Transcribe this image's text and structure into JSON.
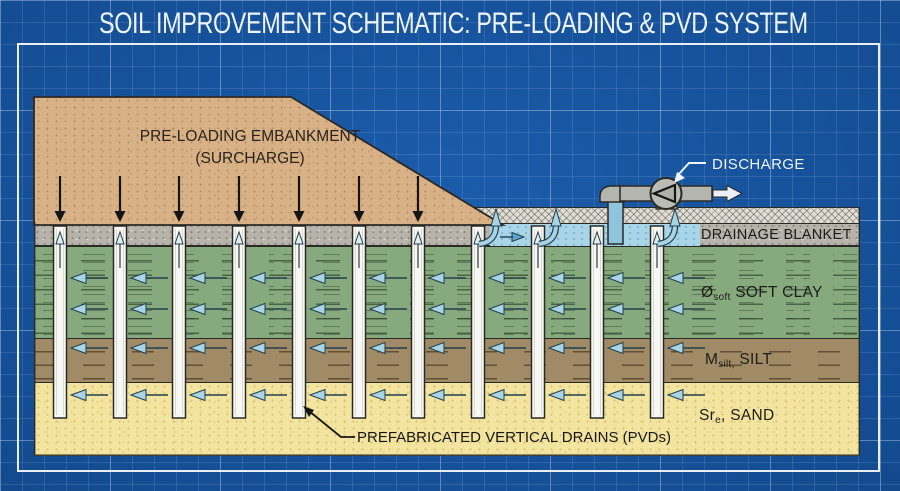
{
  "title": "SOIL IMPROVEMENT SCHEMATIC: PRE-LOADING & PVD SYSTEM",
  "embankment": {
    "label_line1": "PRE-LOADING EMBANKMENT",
    "label_line2": "(SURCHARGE)"
  },
  "discharge": {
    "label": "DISCHARGE"
  },
  "drainage_blanket": {
    "label": "DRAINAGE BLANKET"
  },
  "soil_layers": [
    {
      "id": "soft-clay",
      "symbol": "Ø",
      "subscript": "soft",
      "suffix": " SOFT CLAY",
      "color": "#87a97e"
    },
    {
      "id": "silt",
      "symbol": "M",
      "subscript": "silt,",
      "suffix": " SILT",
      "color": "#a18a66"
    },
    {
      "id": "sand",
      "symbol": "Sr",
      "subscript": "e",
      "suffix": ", SAND",
      "color": "#f3e4a0"
    }
  ],
  "pvd": {
    "label": "PREFABRICATED VERTICAL DRAINS (PVDs)",
    "count": 11
  },
  "load_arrows_count": 7,
  "colors": {
    "background": "#17539e",
    "frame": "#e9eef3",
    "line": "#2a2a24",
    "embankment": "#d8b186",
    "blanket": "#b7b3aa",
    "geotextile_hatch": "#e0ddd4",
    "water": "#a9d5e9",
    "riser_water": "#8fc4dd",
    "clay": "#87a97e",
    "silt": "#a18a66",
    "sand": "#f3e4a0",
    "drain": "#f7f7f3",
    "arrow_fill": "#a8d4e6",
    "arrow_outline": "#22404c",
    "pipe": "#b5b5af",
    "pump": "#bcbcb6",
    "white": "#f0f3f5",
    "black": "#141414"
  }
}
